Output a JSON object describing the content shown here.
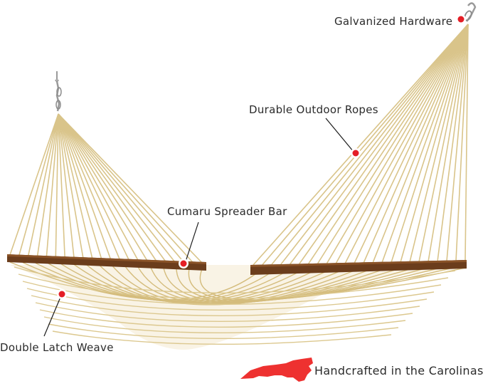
{
  "callouts": {
    "hardware": "Galvanized Hardware",
    "ropes": "Durable Outdoor Ropes",
    "spreader_bar": "Cumaru Spreader Bar",
    "weave": "Double Latch Weave"
  },
  "footer": {
    "made_in": "Handcrafted in the Carolinas"
  },
  "colors": {
    "rope": "#d9c48a",
    "rope_dark": "#c2a868",
    "wood": "#6b3d1c",
    "wood_light": "#8a5328",
    "marker": "#e41e26",
    "state_shape": "#ee3130",
    "metal": "#9a9a9a",
    "text": "#2b2b2b"
  }
}
